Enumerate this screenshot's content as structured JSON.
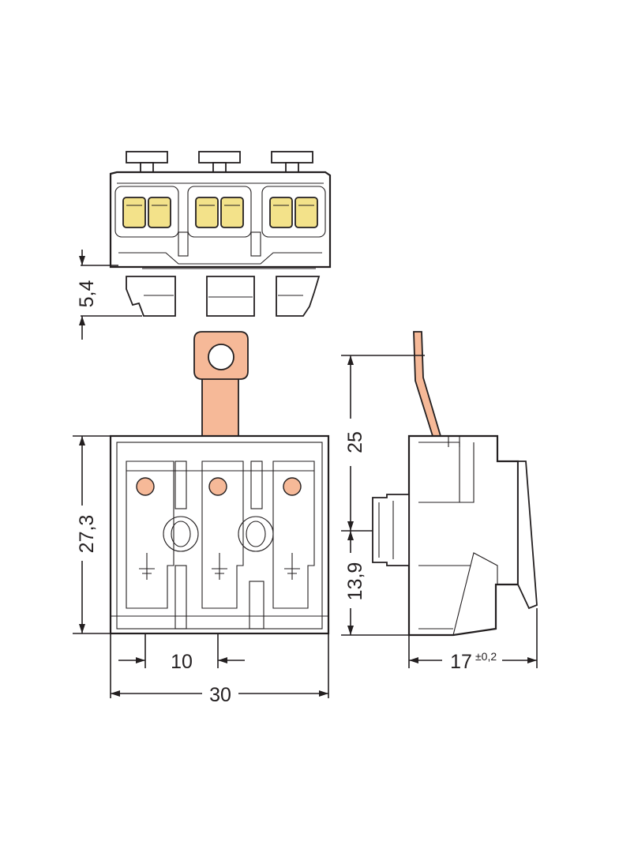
{
  "dimensions": {
    "top_height": "5,4",
    "front_height": "27,3",
    "pitch": "10",
    "width": "30",
    "side_upper": "25",
    "side_lower": "13,9",
    "depth": "17",
    "depth_tolerance": "±0,2"
  },
  "colors": {
    "line": "#231f20",
    "lever_yellow": "#f3e28a",
    "copper": "#f6b998",
    "background": "#ffffff"
  }
}
